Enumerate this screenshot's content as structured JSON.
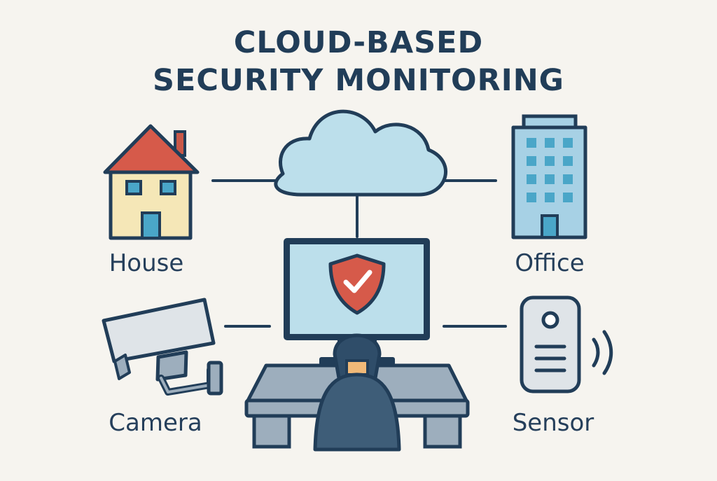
{
  "title": {
    "line1": "CLOUD-BASED",
    "line2": "SECURITY MONITORING"
  },
  "nodes": {
    "house": "House",
    "office": "Office",
    "camera": "Camera",
    "sensor": "Sensor"
  },
  "icons": {
    "cloud": "cloud-icon",
    "monitor": "computer-monitor-icon",
    "shield": "security-shield-check-icon",
    "operator": "security-operator-icon",
    "house": "house-icon",
    "office": "office-building-icon",
    "camera": "security-camera-icon",
    "sensor": "motion-sensor-icon"
  },
  "colors": {
    "background": "#f6f4ef",
    "outline": "#213d58",
    "cloud_fill": "#bcdfeb",
    "screen_fill": "#bcdfeb",
    "shield": "#d65a4a",
    "roof": "#d65a4a",
    "house_wall": "#f5e7b7",
    "building": "#a7d1e5",
    "window": "#4aa6c8",
    "desk": "#9daebd",
    "device_gray": "#dfe4e8",
    "operator": "#3e5d78"
  }
}
